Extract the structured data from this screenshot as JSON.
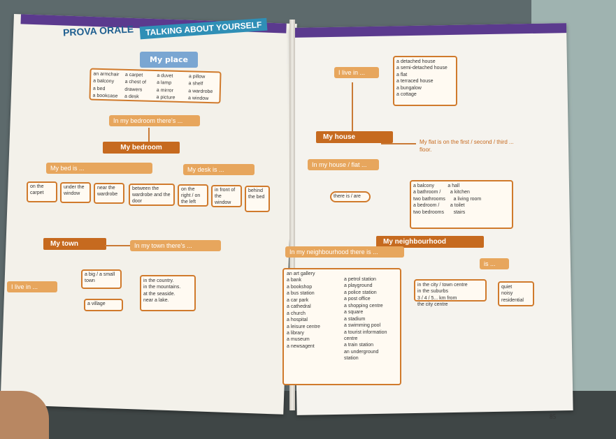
{
  "header": {
    "left_label": "PROVA ORALE",
    "right_label": "TALKING ABOUT YOURSELF"
  },
  "my_place": "My place",
  "furniture": [
    "an armchair",
    "a carpet",
    "a duvet",
    "a pillow",
    "a balcony",
    "a chest of",
    "a lamp",
    "a shelf",
    "a bed",
    "drawers",
    "a mirror",
    "a wardrobe",
    "a bookcase",
    "a desk",
    "a picture",
    "a window"
  ],
  "bedroom_phrase": "In my bedroom there's ...",
  "my_bedroom": "My bedroom",
  "bed_is": "My bed is ...",
  "desk_is": "My desk is ...",
  "positions": [
    "on the carpet",
    "under the window",
    "near the wardrobe",
    "between the wardrobe and the door",
    "on the right / on the left",
    "in front of the window",
    "behind the bed"
  ],
  "my_town": "My town",
  "town_phrase": "In my town there's ...",
  "i_live_in": "I live in ...",
  "town_size": [
    "a big / a small town",
    "a village"
  ],
  "town_location": "in the country.\nin the mountains.\nat the seaside.\nnear a lake.",
  "live_in": "I live in ...",
  "house_types": "a detached house\na semi-detached house\na flat\na terraced house\na bungalow\na cottage",
  "my_house": "My house",
  "flat_floor": "My flat is on the first / second / third ... floor.",
  "house_phrase": "In my house / flat ...",
  "there_is": "there is / are",
  "rooms": "a balcony          a hall\na bathroom /       a kitchen\ntwo bathrooms      a living room\na bedroom /        a toilet\ntwo bedrooms       stairs",
  "my_neighbourhood": "My neighbourhood",
  "neigh_phrase": "In my neighbourhood there is ...",
  "is": "is ...",
  "places_left": "an art gallery\na bank\na bookshop\na bus station\na car park\na cathedral\na church\na hospital\na leisure centre\na library\na museum\na newsagent",
  "places_right": "a petrol station\na playground\na police station\na post office\na shopping centre\na square\na stadium\na swimming pool\na tourist information\ncentre\na train station\nan underground\nstation",
  "city_location": "in the city / town centre\nin the suburbs\n3 / 4 / 5... km from\nthe city centre",
  "adjectives": "quiet\nnoisy\nresidential",
  "page_number": "85",
  "colors": {
    "accent": "#c66a1f",
    "band": "#5b3a8e",
    "title_blue": "#2f8fb6"
  }
}
